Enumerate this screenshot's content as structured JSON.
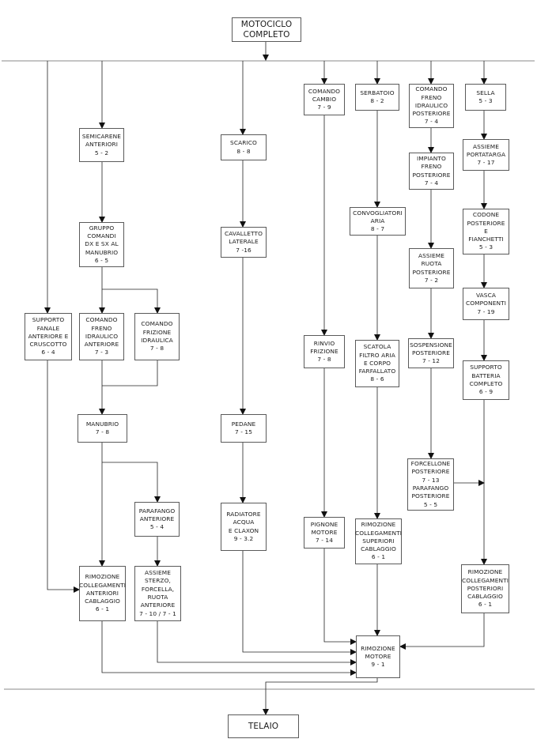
{
  "boxes": {
    "motociclo": [
      "MOTOCICLO",
      "COMPLETO"
    ],
    "semicarene": [
      "SEMICARENE",
      "ANTERIORI",
      "5 - 2"
    ],
    "gruppo_comandi": [
      "GRUPPO",
      "COMANDI",
      "DX E SX AL",
      "MANUBRIO",
      "6 - 5"
    ],
    "supporto_fanale": [
      "SUPPORTO",
      "FANALE",
      "ANTERIORE E",
      "CRUSCOTTO",
      "6 - 4"
    ],
    "comando_freno_ant": [
      "COMANDO",
      "FRENO",
      "IDRAULICO",
      "ANTERIORE",
      "7 - 3"
    ],
    "comando_frizione_idr": [
      "COMANDO",
      "FRIZIONE",
      "IDRAULICA",
      "7 - 8"
    ],
    "manubrio": [
      "MANUBRIO",
      "7 - 8"
    ],
    "parafango_ant": [
      "PARAFANGO",
      "ANTERIORE",
      "5 - 4"
    ],
    "rimozione_coll_ant": [
      "RIMOZIONE",
      "COLLEGAMENTI",
      "ANTERIORI",
      "CABLAGGIO",
      "6 - 1"
    ],
    "assieme_sterzo": [
      "ASSIEME",
      "STERZO,",
      "FORCELLA,",
      "RUOTA",
      "ANTERIORE",
      "7 - 10 / 7 - 1"
    ],
    "scarico": [
      "SCARICO",
      "8 - 8"
    ],
    "cavalletto": [
      "CAVALLETTO",
      "LATERALE",
      "7 -16"
    ],
    "pedane": [
      "PEDANE",
      "7 - 15"
    ],
    "radiatore": [
      "RADIATORE",
      "ACQUA",
      "E CLAXON",
      "9 - 3.2"
    ],
    "comando_cambio": [
      "COMANDO",
      "CAMBIO",
      "7 - 9"
    ],
    "rinvio_frizione": [
      "RINVIO",
      "FRIZIONE",
      "7 - 8"
    ],
    "pignone": [
      "PIGNONE",
      "MOTORE",
      "7 - 14"
    ],
    "serbatoio": [
      "SERBATOIO",
      "8 - 2"
    ],
    "convogliatori": [
      "CONVOGLIATORI",
      "ARIA",
      "8 - 7"
    ],
    "scatola_filtro": [
      "SCATOLA",
      "FILTRO ARIA",
      "E CORPO",
      "FARFALLATO",
      "8 - 6"
    ],
    "rimozione_coll_sup": [
      "RIMOZIONE",
      "COLLEGAMENTI",
      "SUPERIORI",
      "CABLAGGIO",
      "6 - 1"
    ],
    "comando_freno_post": [
      "COMANDO",
      "FRENO",
      "IDRAULICO",
      "POSTERIORE",
      "7 - 4"
    ],
    "impianto_freno": [
      "IMPIANTO",
      "FRENO",
      "POSTERIORE",
      "7 - 4"
    ],
    "assieme_ruota": [
      "ASSIEME",
      "RUOTA",
      "POSTERIORE",
      "7 - 2"
    ],
    "sospensione": [
      "SOSPENSIONE",
      "POSTERIORE",
      "7 - 12"
    ],
    "forcellone": [
      "FORCELLONE",
      "POSTERIORE",
      "7 - 13",
      "PARAFANGO",
      "POSTERIORE",
      "5 - 5"
    ],
    "sella": [
      "SELLA",
      "5 - 3"
    ],
    "portatarga": [
      "ASSIEME",
      "PORTATARGA",
      "7 - 17"
    ],
    "codone": [
      "CODONE",
      "POSTERIORE",
      "E",
      "FIANCHETTI",
      "5 - 3"
    ],
    "vasca": [
      "VASCA",
      "COMPONENTI",
      "7 - 19"
    ],
    "supporto_batteria": [
      "SUPPORTO",
      "BATTERIA",
      "COMPLETO",
      "6 - 9"
    ],
    "rimozione_coll_post": [
      "RIMOZIONE",
      "COLLEGAMENTI",
      "POSTERIORI",
      "CABLAGGIO",
      "6 - 1"
    ],
    "rimozione_motore": [
      "RIMOZIONE",
      "MOTORE",
      "9 - 1"
    ],
    "telaio": [
      "TELAIO"
    ]
  },
  "colors": {
    "line": "#222222",
    "rule": "#888888",
    "border": "#5a5a5a"
  }
}
